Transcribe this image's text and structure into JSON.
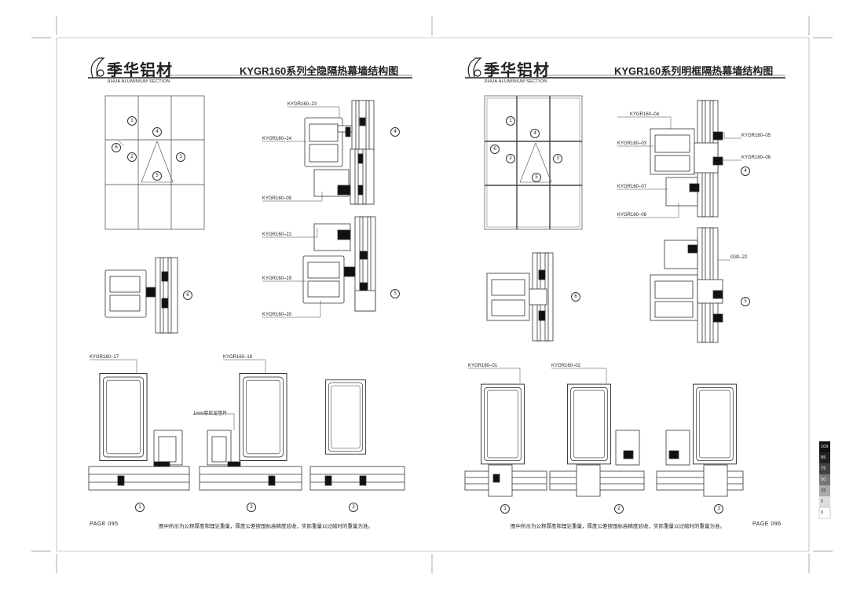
{
  "left_page": {
    "brand_cn": "季华铝材",
    "brand_en": "JIHUA ALUMINIUM SECTION",
    "title": "KYGR160系列全隐隔热幕墙结构图",
    "page_number": "PAGE 095",
    "note": "图中所示为公称厚度和理论重量，厚度公差按国标高精度验收，实际重量以过磅时的重量为准。",
    "part_labels": [
      "KYGR160–23",
      "KYGR160–24",
      "KYGR160–08",
      "KYGR160–22",
      "KYGR160–19",
      "KYGR160–20",
      "KYGR160–17",
      "KYGR160–18",
      "1mm厚尼龙垫片"
    ],
    "circled": [
      "1",
      "2",
      "3",
      "4",
      "5",
      "6",
      "4",
      "5",
      "6",
      "1",
      "2",
      "3"
    ]
  },
  "right_page": {
    "brand_cn": "季华铝材",
    "brand_en": "JIHUA ALUMINIUM SECTION",
    "title": "KYGR160系列明框隔热幕墙结构图",
    "page_number": "PAGE 096",
    "note": "图中所示为公称厚度和理论重量，厚度公差按国标高精度验收，实际重量以过磅时的重量为准。",
    "part_labels": [
      "KYGR160–04",
      "KYGR160–03",
      "KYGR160–07",
      "KYGR160–08",
      "KYGR160–05",
      "KYGR160–06",
      "G30–22",
      "KYGR160–01",
      "KYGR160–02"
    ],
    "circled": [
      "1",
      "2",
      "3",
      "4",
      "5",
      "6",
      "4",
      "5",
      "6",
      "1",
      "2",
      "3"
    ]
  },
  "tone_scale": [
    "100",
    "95",
    "75",
    "50",
    "25",
    "5",
    "0"
  ],
  "colors": {
    "line": "#333333",
    "seal": "#111111",
    "paper": "#ffffff"
  }
}
